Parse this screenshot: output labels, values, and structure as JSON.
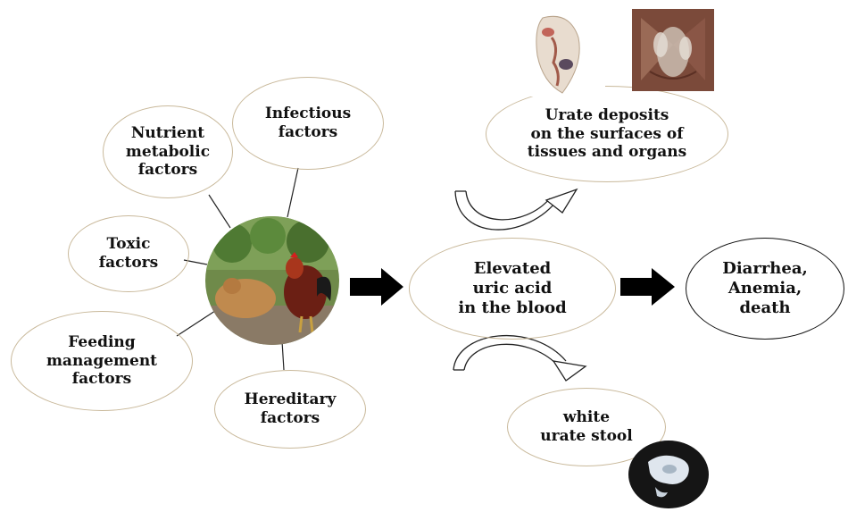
{
  "causes": {
    "infectious": "Infectious\nfactors",
    "nutrient": "Nutrient\nmetabolic\nfactors",
    "toxic": "Toxic\nfactors",
    "feeding": "Feeding\nmanagement\nfactors",
    "hereditary": "Hereditary\nfactors"
  },
  "center": "Elevated\nuric acid\nin the blood",
  "outcomes": {
    "urate_deposits": "Urate deposits\non the surfaces of\ntissues and organs",
    "stool": "white\nurate stool",
    "final": "Diarrhea,\nAnemia,\ndeath"
  },
  "images": {
    "chicken": "photo-chicken-icon",
    "organ_1": "photo-heart-organ-icon",
    "organ_2": "photo-opened-tissue-icon",
    "stool": "photo-white-stool-icon"
  },
  "colors": {
    "bubble_border": "#c9b99b",
    "dark_border": "#111111",
    "arrow": "#000000"
  }
}
